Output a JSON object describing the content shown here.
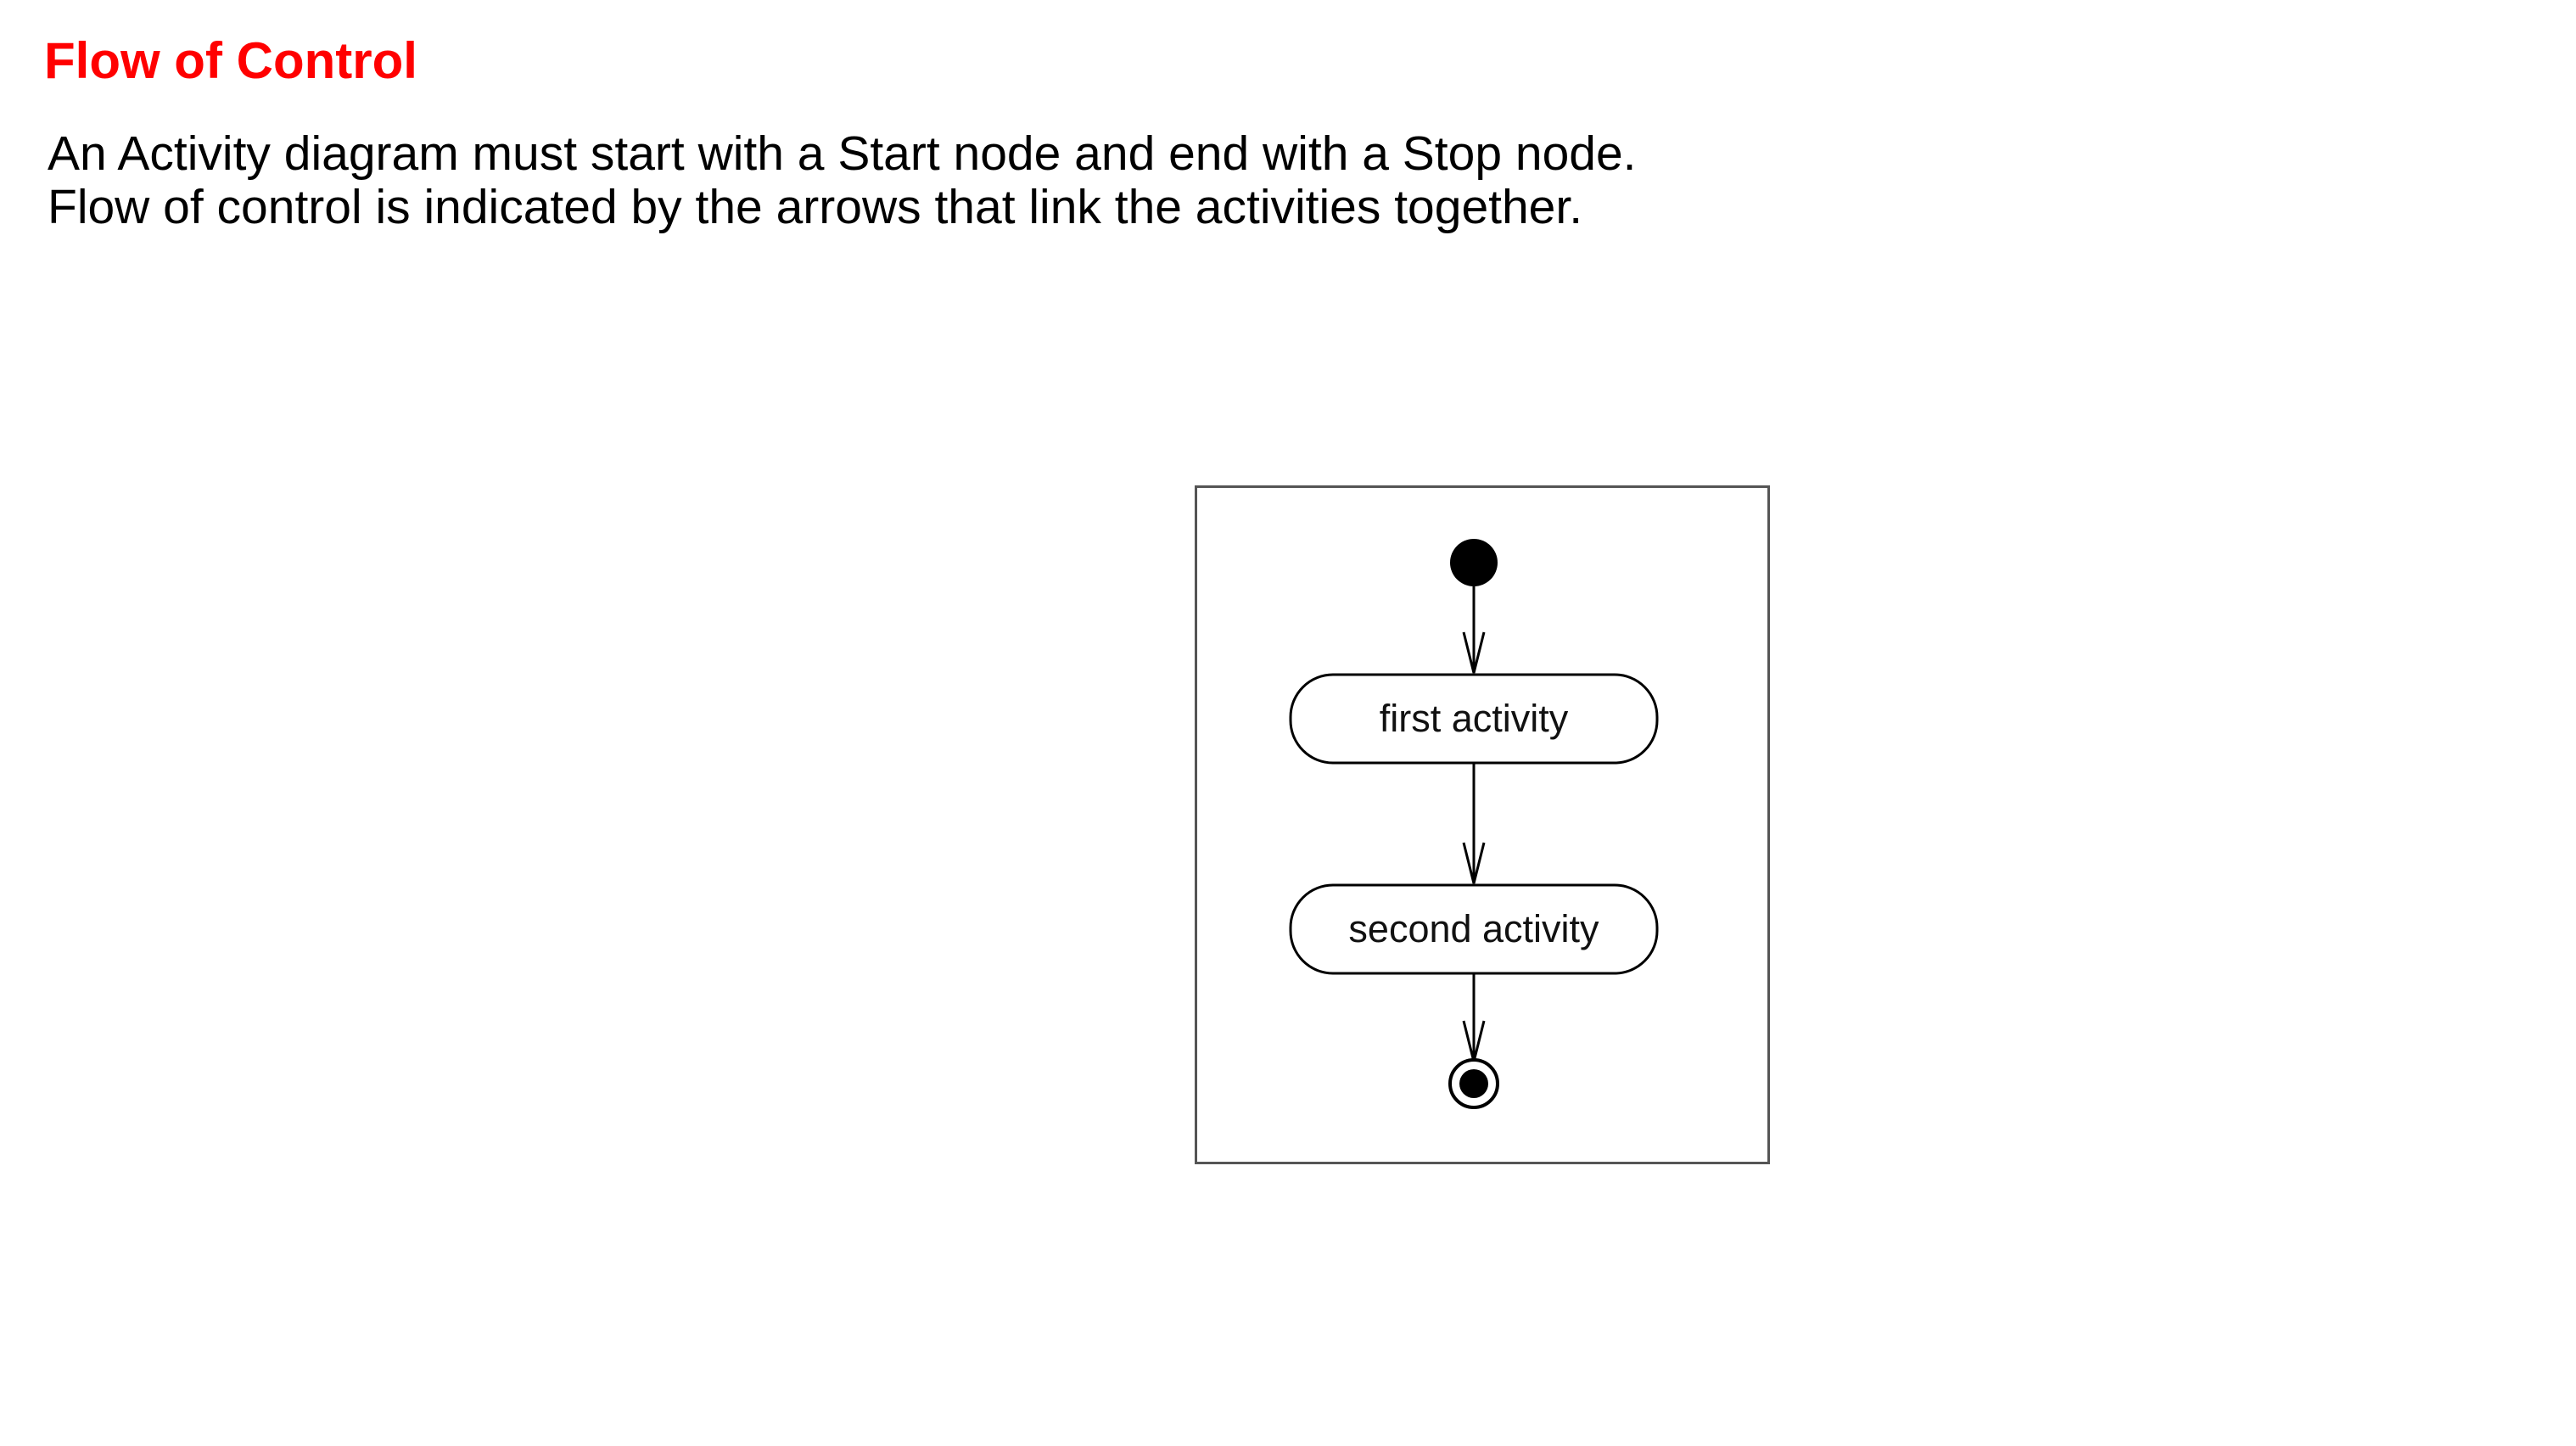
{
  "title": "Flow of Control",
  "description": {
    "line1": "An Activity diagram must start with a Start node and end with a Stop node.",
    "line2": "Flow of control is indicated by the arrows that link the activities together."
  },
  "diagram": {
    "activities": [
      {
        "label": "first activity"
      },
      {
        "label": "second activity"
      }
    ]
  },
  "colors": {
    "title": "#ff0000",
    "text": "#000000",
    "frame": "#555555"
  }
}
